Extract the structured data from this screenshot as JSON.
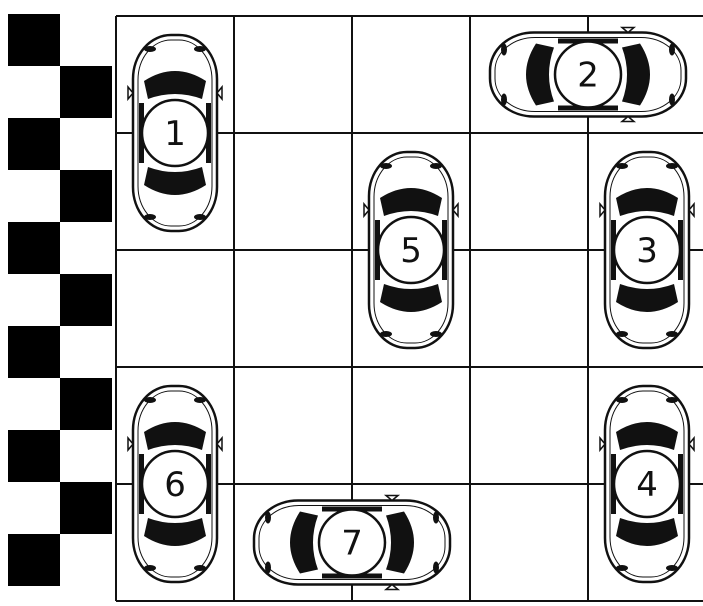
{
  "board": {
    "rows": 5,
    "cols": 5,
    "colors": {
      "line": "#111111",
      "car_body": "#ffffff",
      "car_glass": "#111111",
      "background": "#ffffff"
    }
  },
  "finish_line": {
    "squares": 11,
    "colors": [
      "#000000",
      "#ffffff"
    ]
  },
  "cars": [
    {
      "number": "1",
      "orientation": "vertical",
      "row": 0,
      "col": 0,
      "length": 2
    },
    {
      "number": "2",
      "orientation": "horizontal",
      "row": 0,
      "col": 3,
      "length": 2
    },
    {
      "number": "3",
      "orientation": "vertical",
      "row": 1,
      "col": 4,
      "length": 2
    },
    {
      "number": "4",
      "orientation": "vertical",
      "row": 3,
      "col": 4,
      "length": 2
    },
    {
      "number": "5",
      "orientation": "vertical",
      "row": 1,
      "col": 2,
      "length": 2
    },
    {
      "number": "6",
      "orientation": "vertical",
      "row": 3,
      "col": 0,
      "length": 2
    },
    {
      "number": "7",
      "orientation": "horizontal",
      "row": 4,
      "col": 1,
      "length": 2
    }
  ]
}
